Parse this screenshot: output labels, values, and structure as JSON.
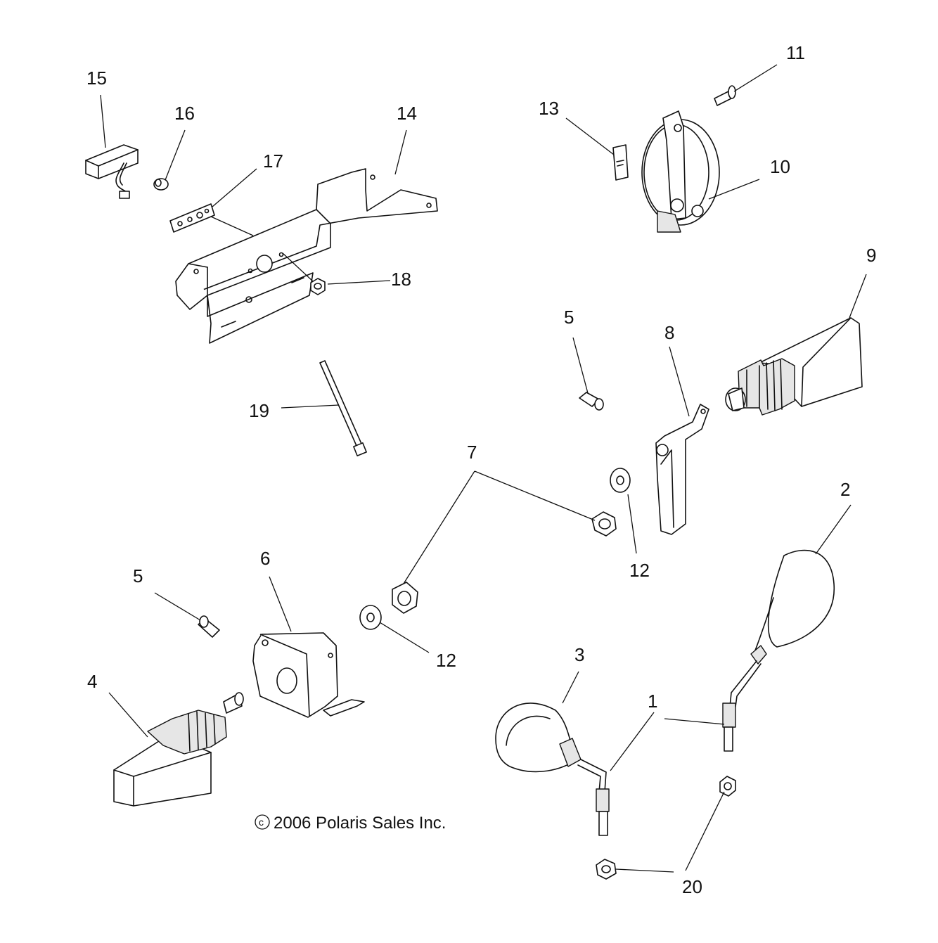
{
  "callouts": [
    {
      "id": "c1",
      "label": "1"
    },
    {
      "id": "c2",
      "label": "2"
    },
    {
      "id": "c3",
      "label": "3"
    },
    {
      "id": "c4",
      "label": "4"
    },
    {
      "id": "c5a",
      "label": "5"
    },
    {
      "id": "c5b",
      "label": "5"
    },
    {
      "id": "c6",
      "label": "6"
    },
    {
      "id": "c7",
      "label": "7"
    },
    {
      "id": "c8",
      "label": "8"
    },
    {
      "id": "c9",
      "label": "9"
    },
    {
      "id": "c10",
      "label": "10"
    },
    {
      "id": "c11",
      "label": "11"
    },
    {
      "id": "c12a",
      "label": "12"
    },
    {
      "id": "c12b",
      "label": "12"
    },
    {
      "id": "c13",
      "label": "13"
    },
    {
      "id": "c14",
      "label": "14"
    },
    {
      "id": "c15",
      "label": "15"
    },
    {
      "id": "c16",
      "label": "16"
    },
    {
      "id": "c17",
      "label": "17"
    },
    {
      "id": "c18",
      "label": "18"
    },
    {
      "id": "c19",
      "label": "19"
    },
    {
      "id": "c20",
      "label": "20"
    }
  ],
  "copyright": "2006 Polaris Sales Inc.",
  "copyright_symbol": "©"
}
